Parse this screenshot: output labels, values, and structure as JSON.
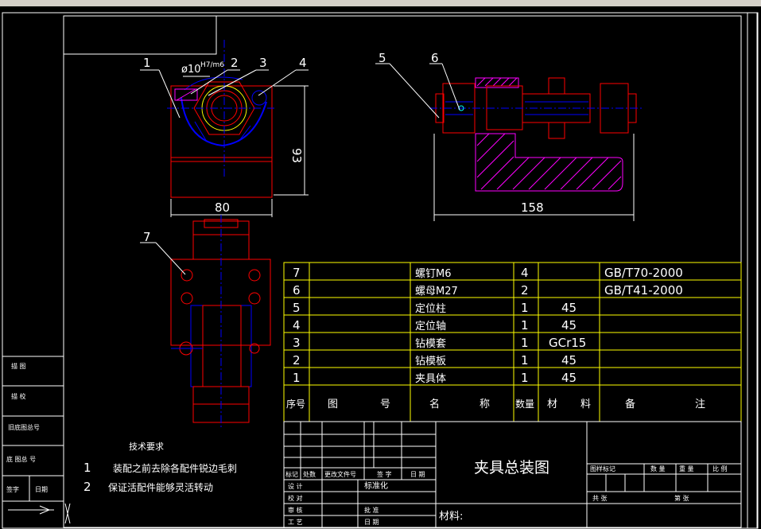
{
  "drawing": {
    "title": "夹具总装图",
    "material_label": "材料:",
    "dimensions": {
      "dia": "ø10",
      "dia_suffix": "H7/m6",
      "height": "93",
      "width": "80",
      "length": "158"
    },
    "callouts": [
      "1",
      "2",
      "3",
      "4",
      "5",
      "6",
      "7"
    ],
    "tech_title": "技术要求",
    "tech_requirements": [
      {
        "num": "1",
        "text": "装配之前去除各配件锐边毛刺"
      },
      {
        "num": "2",
        "text": "保证活配件能够灵活转动"
      }
    ],
    "bom_rows": [
      {
        "no": "7",
        "name": "螺钉M6",
        "qty": "4",
        "material": "",
        "note": "GB/T70-2000"
      },
      {
        "no": "6",
        "name": "螺母M27",
        "qty": "2",
        "material": "",
        "note": "GB/T41-2000"
      },
      {
        "no": "5",
        "name": "定位柱",
        "qty": "1",
        "material": "45",
        "note": ""
      },
      {
        "no": "4",
        "name": "定位轴",
        "qty": "1",
        "material": "45",
        "note": ""
      },
      {
        "no": "3",
        "name": "钻模套",
        "qty": "1",
        "material": "GCr15",
        "note": ""
      },
      {
        "no": "2",
        "name": "钻模板",
        "qty": "1",
        "material": "45",
        "note": ""
      },
      {
        "no": "1",
        "name": "夹具体",
        "qty": "1",
        "material": "45",
        "note": ""
      }
    ],
    "bom_header": {
      "no": "序号",
      "code_a": "图",
      "code_b": "号",
      "name_a": "名",
      "name_b": "称",
      "qty": "数量",
      "mat_a": "材",
      "mat_b": "料",
      "note_a": "备",
      "note_b": "注"
    },
    "title_block": {
      "mark": "标记",
      "count": "处数",
      "change_doc": "更改文件号",
      "sign": "签 字",
      "date": "日 期",
      "design": "设 计",
      "standard": "标准化",
      "check": "校 对",
      "review": "审 核",
      "approve": "批 准",
      "process": "工 艺",
      "date2": "日 期",
      "stage_mark": "图样标记",
      "quantity": "数 量",
      "weight": "重 量",
      "scale": "比 例",
      "total": "共 张",
      "sheet": "第 张"
    },
    "side_labels": [
      "描 图",
      "描 校",
      "旧底图总号",
      "底 图总 号",
      "签字",
      "日期"
    ]
  },
  "colors": {
    "line": "#ffffff",
    "part": "#ff0000",
    "axis": "#0000ff",
    "cyan": "#00ffff",
    "yellow": "#ffff00",
    "hatch": "#ff00ff"
  }
}
